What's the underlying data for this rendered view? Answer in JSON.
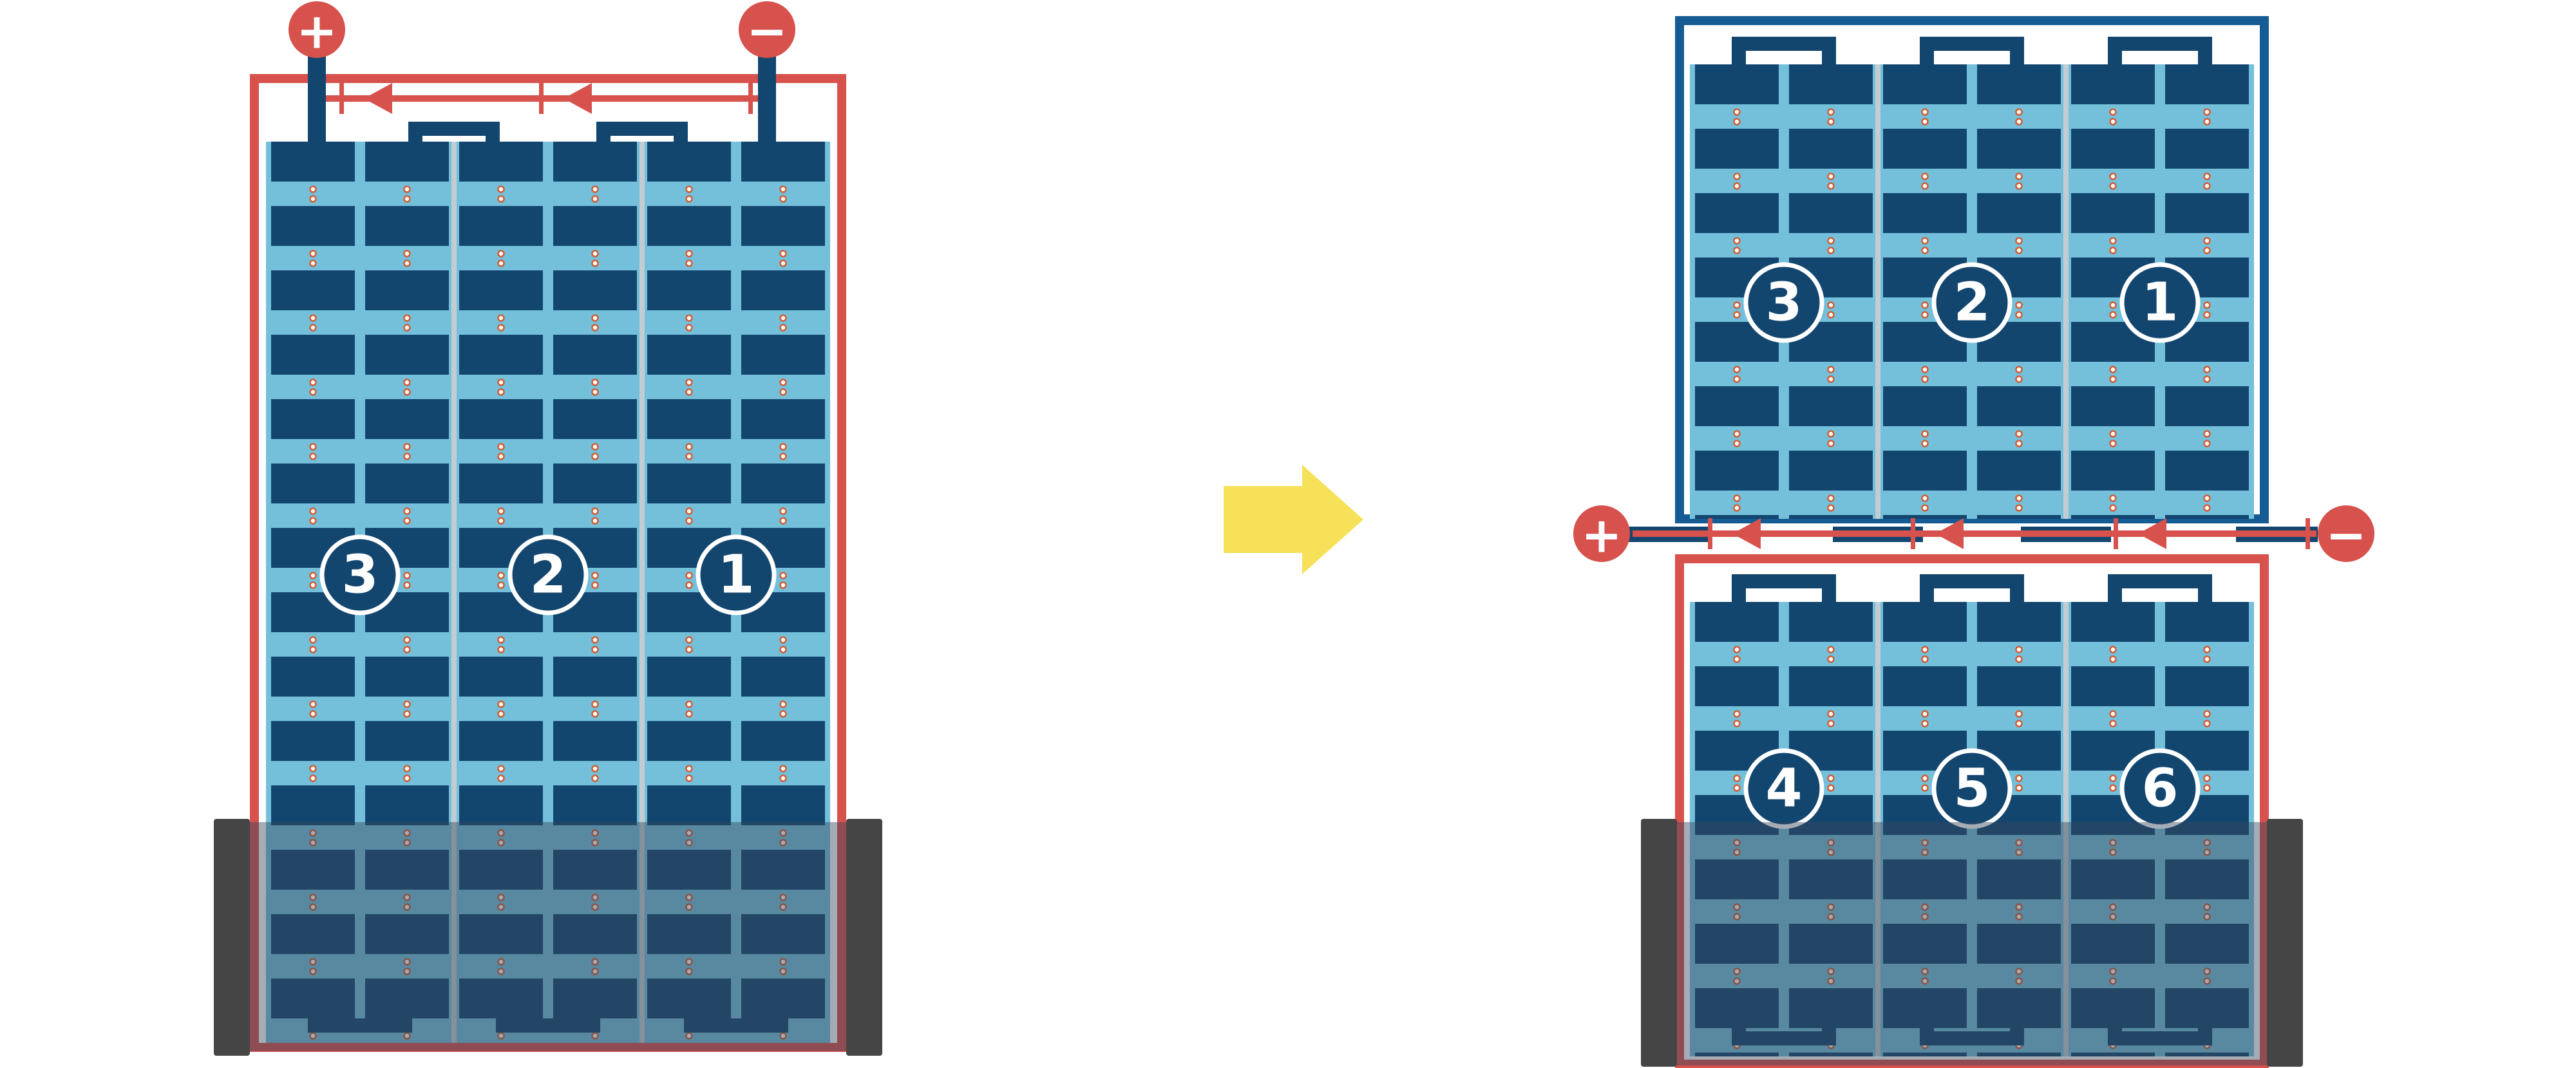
{
  "left_panel": {
    "labels": [
      "3",
      "2",
      "1"
    ],
    "plus": "+",
    "minus": "−"
  },
  "right_top_panel": {
    "labels": [
      "3",
      "2",
      "1"
    ]
  },
  "right_bottom_panel": {
    "labels": [
      "4",
      "5",
      "6"
    ]
  },
  "right_terminals": {
    "plus": "+",
    "minus": "−"
  },
  "colors": {
    "red": "#d7514d",
    "navy_cell": "#13466f",
    "light_blue": "#74bfda",
    "panel_border_blue": "#155c94",
    "yellow_arrow": "#f6e158",
    "gray_bar": "#454545",
    "column_separator": "#c3ccd2",
    "dot_ring": "#cf5f35",
    "shade_overlay": "rgba(56,72,92,0.45)"
  }
}
